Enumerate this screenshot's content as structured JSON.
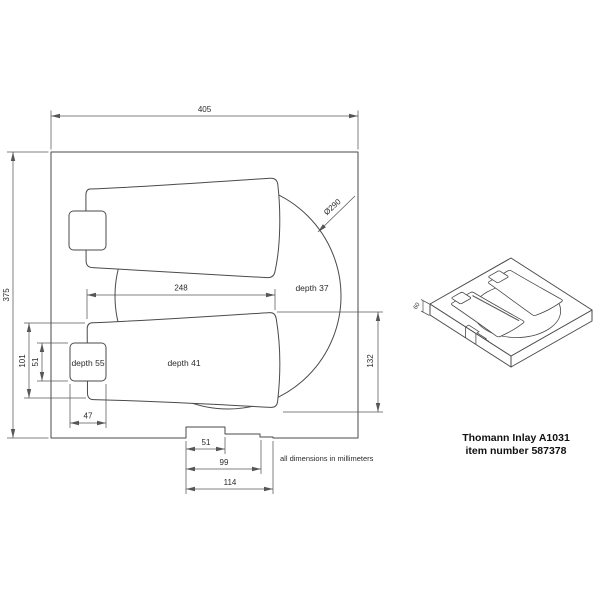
{
  "title_block": {
    "product": "Thomann Inlay A1031",
    "item": "item number 587378"
  },
  "note": "all dimensions in millimeters",
  "dims": {
    "overall_width": "405",
    "overall_height": "375",
    "neck_length": "248",
    "circle_pocket_height": "132",
    "left_pocket_height": "101",
    "left_square_height": "51",
    "left_square_width": "47",
    "tab_width_small": "51",
    "tab_width_mid": "99",
    "tab_width_full": "114",
    "circle_diameter": "Ø290",
    "foam_thickness": "60"
  },
  "labels": {
    "depth_circle": "depth 37",
    "depth_lower_neck": "depth 41",
    "depth_left_square": "depth 55"
  },
  "colors": {
    "background": "#ffffff",
    "object_line": "#4a4a4a",
    "dimension_line": "#565656",
    "text": "#2b2b2b",
    "title_text": "#111111"
  }
}
